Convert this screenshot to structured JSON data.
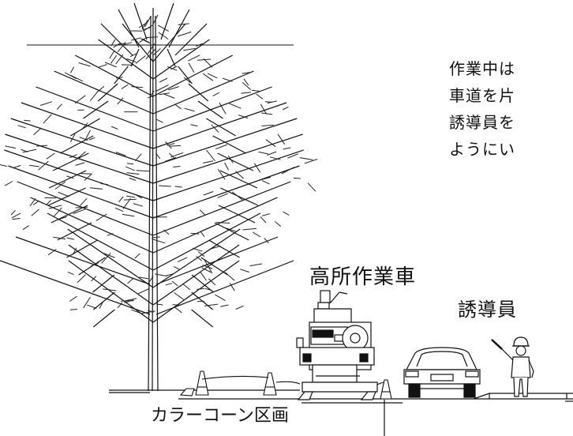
{
  "paragraph": {
    "lines": [
      "作業中は",
      "車道を片",
      "誘導員を",
      "ようにい"
    ]
  },
  "labels": {
    "truck": "高所作業車",
    "guide": "誘導員",
    "cones": "カラーコーン区画"
  },
  "colors": {
    "ink": "#111111",
    "background": "#ffffff"
  }
}
